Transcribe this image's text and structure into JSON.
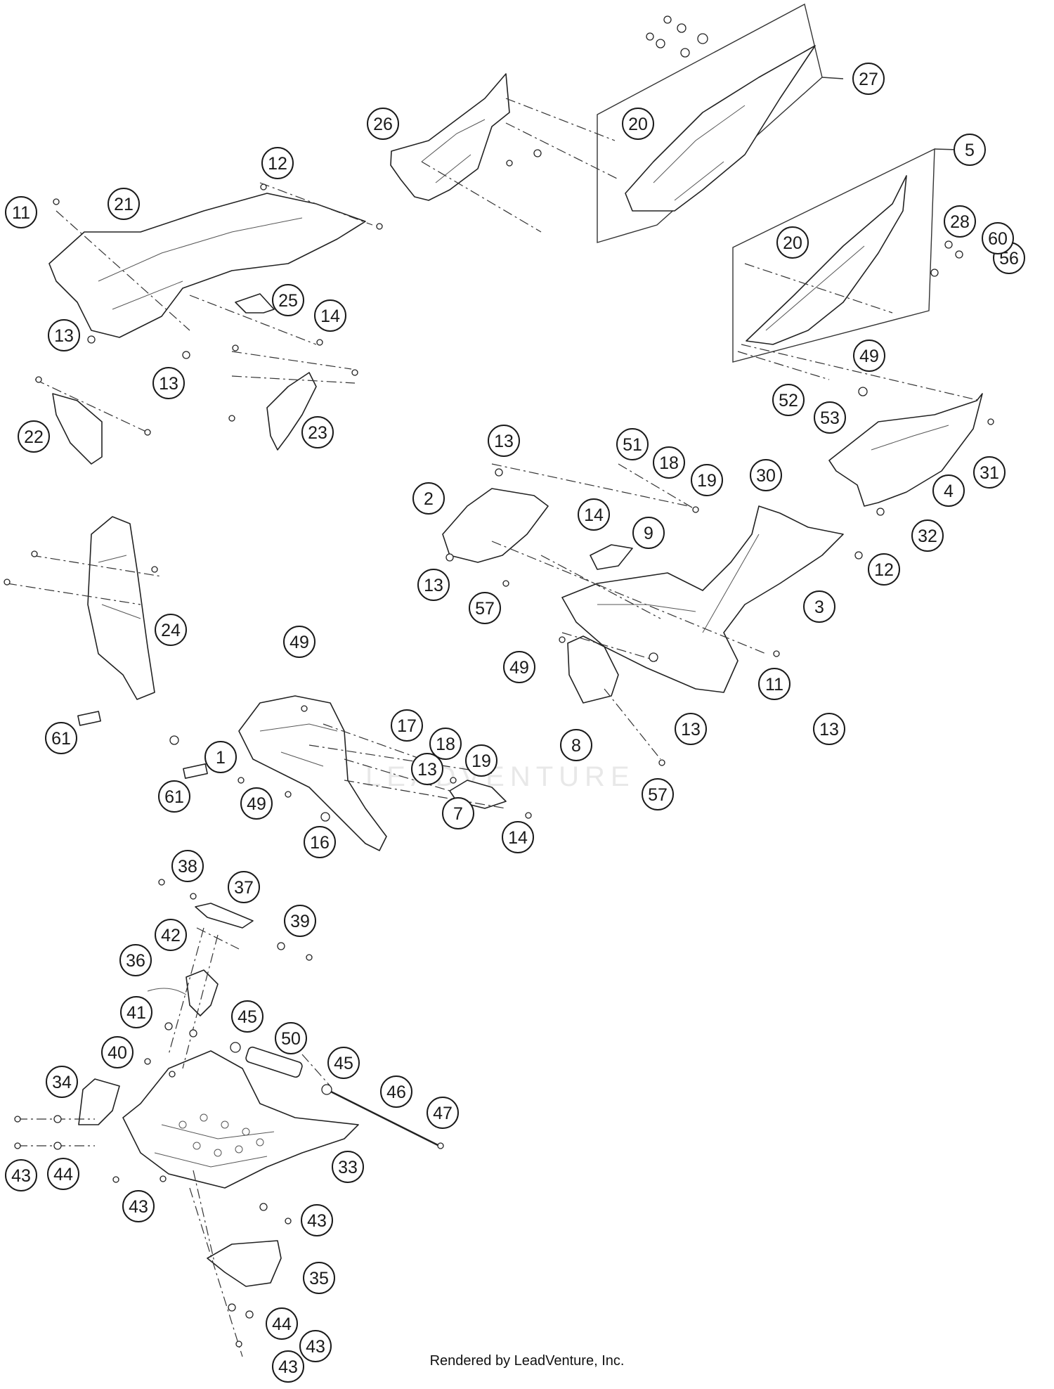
{
  "diagram": {
    "credit": "Rendered by LeadVenture, Inc.",
    "watermark": "LEADVENTURE",
    "callouts": [
      "1",
      "2",
      "3",
      "4",
      "5",
      "7",
      "8",
      "9",
      "11",
      "11",
      "12",
      "12",
      "13",
      "13",
      "13",
      "13",
      "13",
      "13",
      "13",
      "14",
      "14",
      "14",
      "16",
      "17",
      "18",
      "18",
      "19",
      "19",
      "20",
      "20",
      "21",
      "22",
      "23",
      "24",
      "25",
      "26",
      "27",
      "28",
      "30",
      "31",
      "32",
      "33",
      "34",
      "35",
      "36",
      "37",
      "38",
      "39",
      "40",
      "41",
      "42",
      "43",
      "43",
      "43",
      "43",
      "43",
      "44",
      "44",
      "45",
      "45",
      "46",
      "47",
      "49",
      "49",
      "49",
      "49",
      "50",
      "51",
      "52",
      "53",
      "56",
      "57",
      "57",
      "60",
      "61",
      "61"
    ]
  }
}
